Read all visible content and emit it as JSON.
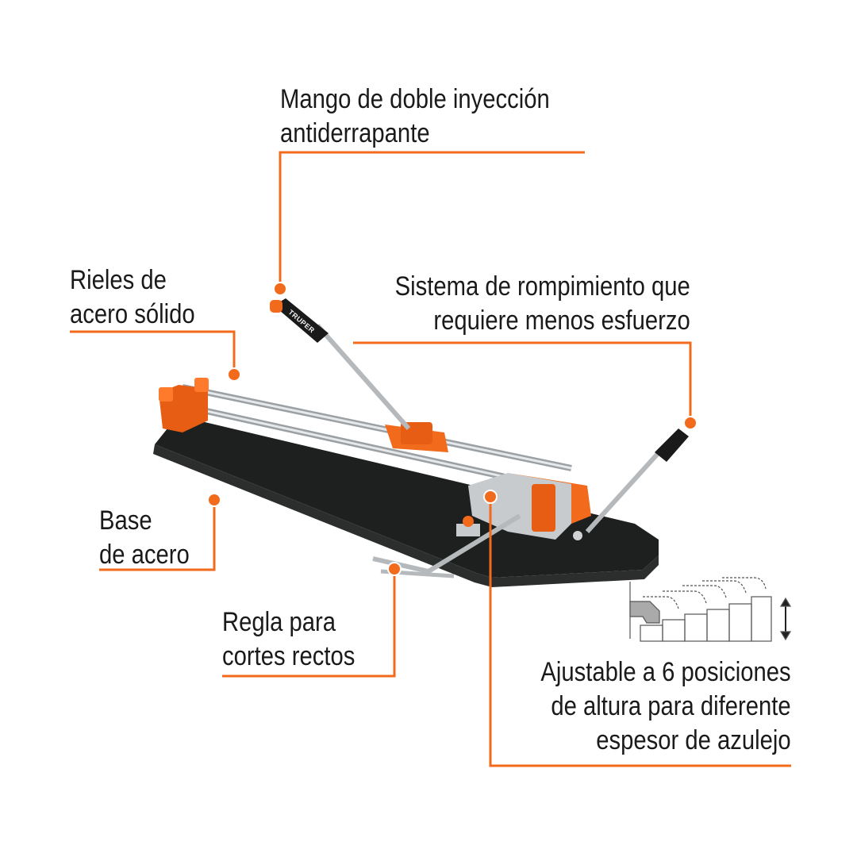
{
  "accent_color": "#f26a1b",
  "callouts": {
    "handle": {
      "line1": "Mango de doble inyección",
      "line2": "antiderrapante"
    },
    "rails": {
      "line1": "Rieles de",
      "line2": "acero sólido"
    },
    "breaking": {
      "line1": "Sistema de rompimiento que",
      "line2": "requiere menos esfuerzo"
    },
    "base": {
      "line1": "Base",
      "line2": "de acero"
    },
    "ruler": {
      "line1": "Regla para",
      "line2": "cortes rectos"
    },
    "height": {
      "line1": "Ajustable a 6 posiciones",
      "line2": "de altura para diferente",
      "line3": "espesor de azulejo"
    }
  },
  "product": {
    "brand_on_handle": "TRUPER"
  }
}
